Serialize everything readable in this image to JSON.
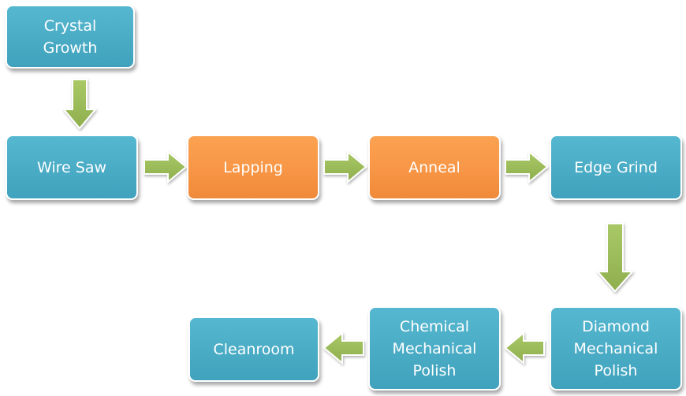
{
  "nodes": {
    "crystal_growth": "Crystal\nGrowth",
    "wire_saw": "Wire Saw",
    "lapping": "Lapping",
    "anneal": "Anneal",
    "edge_grind": "Edge Grind",
    "diamond_mechanical_polish": "Diamond\nMechanical\nPolish",
    "chemical_mechanical_polish": "Chemical\nMechanical\nPolish",
    "cleanroom": "Cleanroom"
  },
  "colors": {
    "step_default": "#4bacc6",
    "step_highlight": "#f79646",
    "arrow": "#9bbb59"
  }
}
